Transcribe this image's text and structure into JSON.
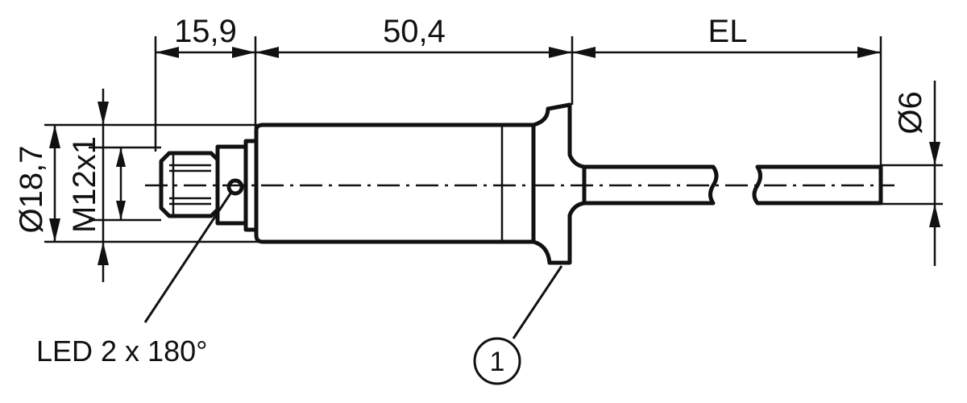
{
  "dimensions": {
    "connector_length": "15,9",
    "housing_length": "50,4",
    "cable_length": "EL",
    "housing_diameter": "Ø18,7",
    "thread": "M12x1",
    "cable_diameter": "Ø6"
  },
  "annotations": {
    "led_note": "LED 2 x 180°",
    "balloon_1": "1"
  }
}
